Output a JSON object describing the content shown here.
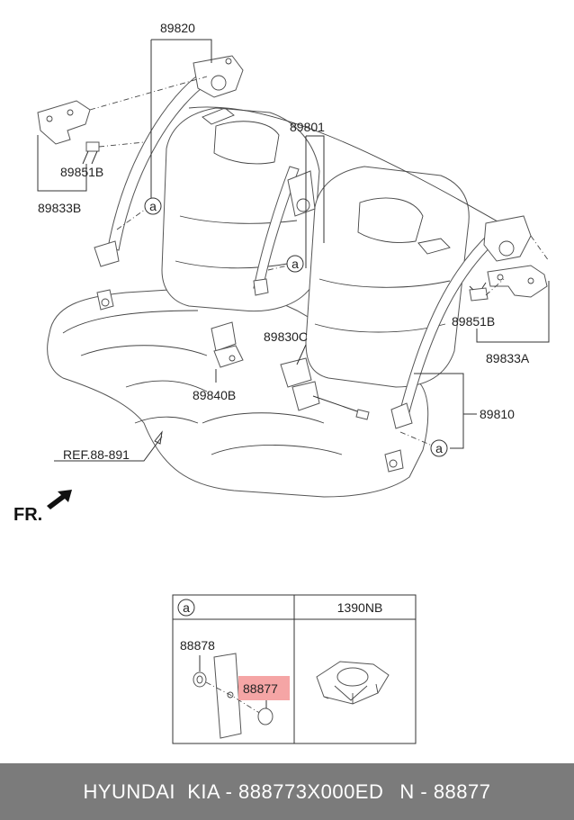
{
  "labels": {
    "p89820": "89820",
    "p89801": "89801",
    "p89851b": "89851B",
    "p89833b": "89833B",
    "p89830c": "89830C",
    "p89840b": "89840B",
    "p89851b_r": "89851B",
    "p89833a": "89833A",
    "p89810": "89810",
    "ref": "REF.88-891",
    "fr": "FR.",
    "callout_a": "a"
  },
  "detail_table": {
    "header_a": "a",
    "header_right": "1390NB",
    "p88878": "88878",
    "p88877": "88877",
    "highlight_color": "#f49b9b"
  },
  "footer": {
    "left": "HYUNDAI  KIA - 888773X000ED",
    "right": "N - 88877"
  }
}
